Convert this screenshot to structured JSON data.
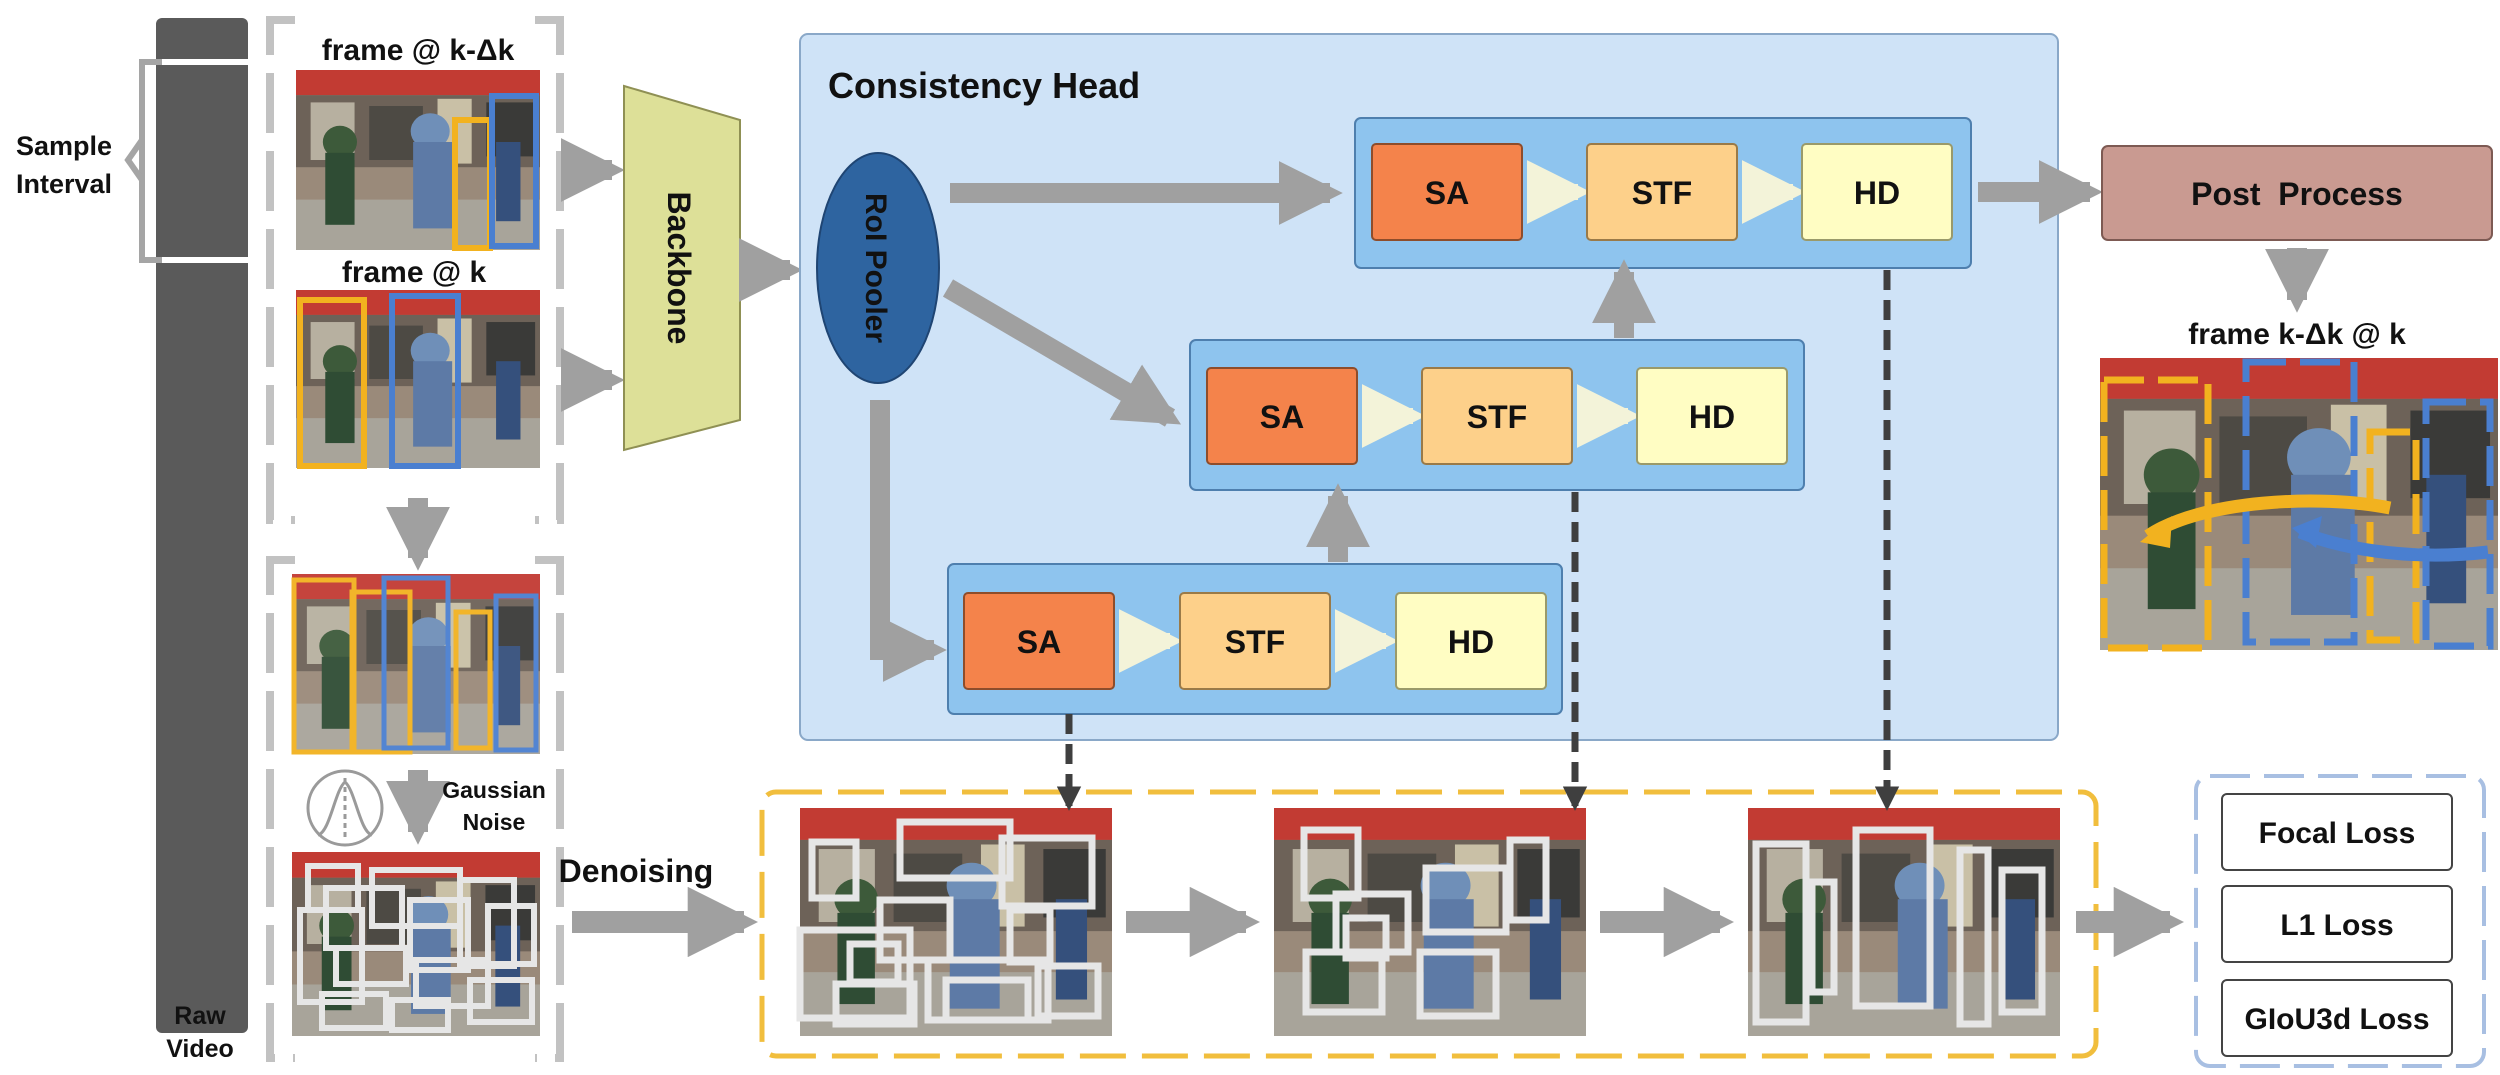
{
  "raw_video": {
    "label_line1": "Raw",
    "label_line2": "Video"
  },
  "sample_interval": {
    "label_line1": "Sample",
    "label_line2": "Interval"
  },
  "frames": {
    "prev": "frame @ k-Δk",
    "curr": "frame @ k",
    "result": "frame k-Δk @ k"
  },
  "backbone": {
    "label": "Backbone"
  },
  "noise": {
    "label_line1": "Gaussian",
    "label_line2": "Noise"
  },
  "denoising": {
    "label": "Denoising"
  },
  "consistency_head": {
    "title": "Consistency Head",
    "roi_pooler": "RoI Pooler",
    "stages": [
      {
        "sa": "SA",
        "stf": "STF",
        "hd": "HD"
      },
      {
        "sa": "SA",
        "stf": "STF",
        "hd": "HD"
      },
      {
        "sa": "SA",
        "stf": "STF",
        "hd": "HD"
      }
    ]
  },
  "post_process": {
    "label": "Post  Process"
  },
  "losses": [
    "Focal Loss",
    "L1 Loss",
    "GIoU3d Loss"
  ],
  "colors": {
    "head_bg": "#cfe3f7",
    "stage_bg": "#8ec4ee",
    "sa": "#f4834b",
    "stf": "#fdd08a",
    "hd": "#fffdc3",
    "roi": "#2e64a0",
    "backbone": "#dde098",
    "post": "#c99a91",
    "arrow": "#a0a0a0",
    "box_yellow": "#f2b21f",
    "box_blue": "#4a7fd0",
    "dashed_border": "#f1be3d",
    "loss_border": "#a8bfe2"
  },
  "icons": [
    "gaussian-curve-icon",
    "street-scene-photo"
  ]
}
